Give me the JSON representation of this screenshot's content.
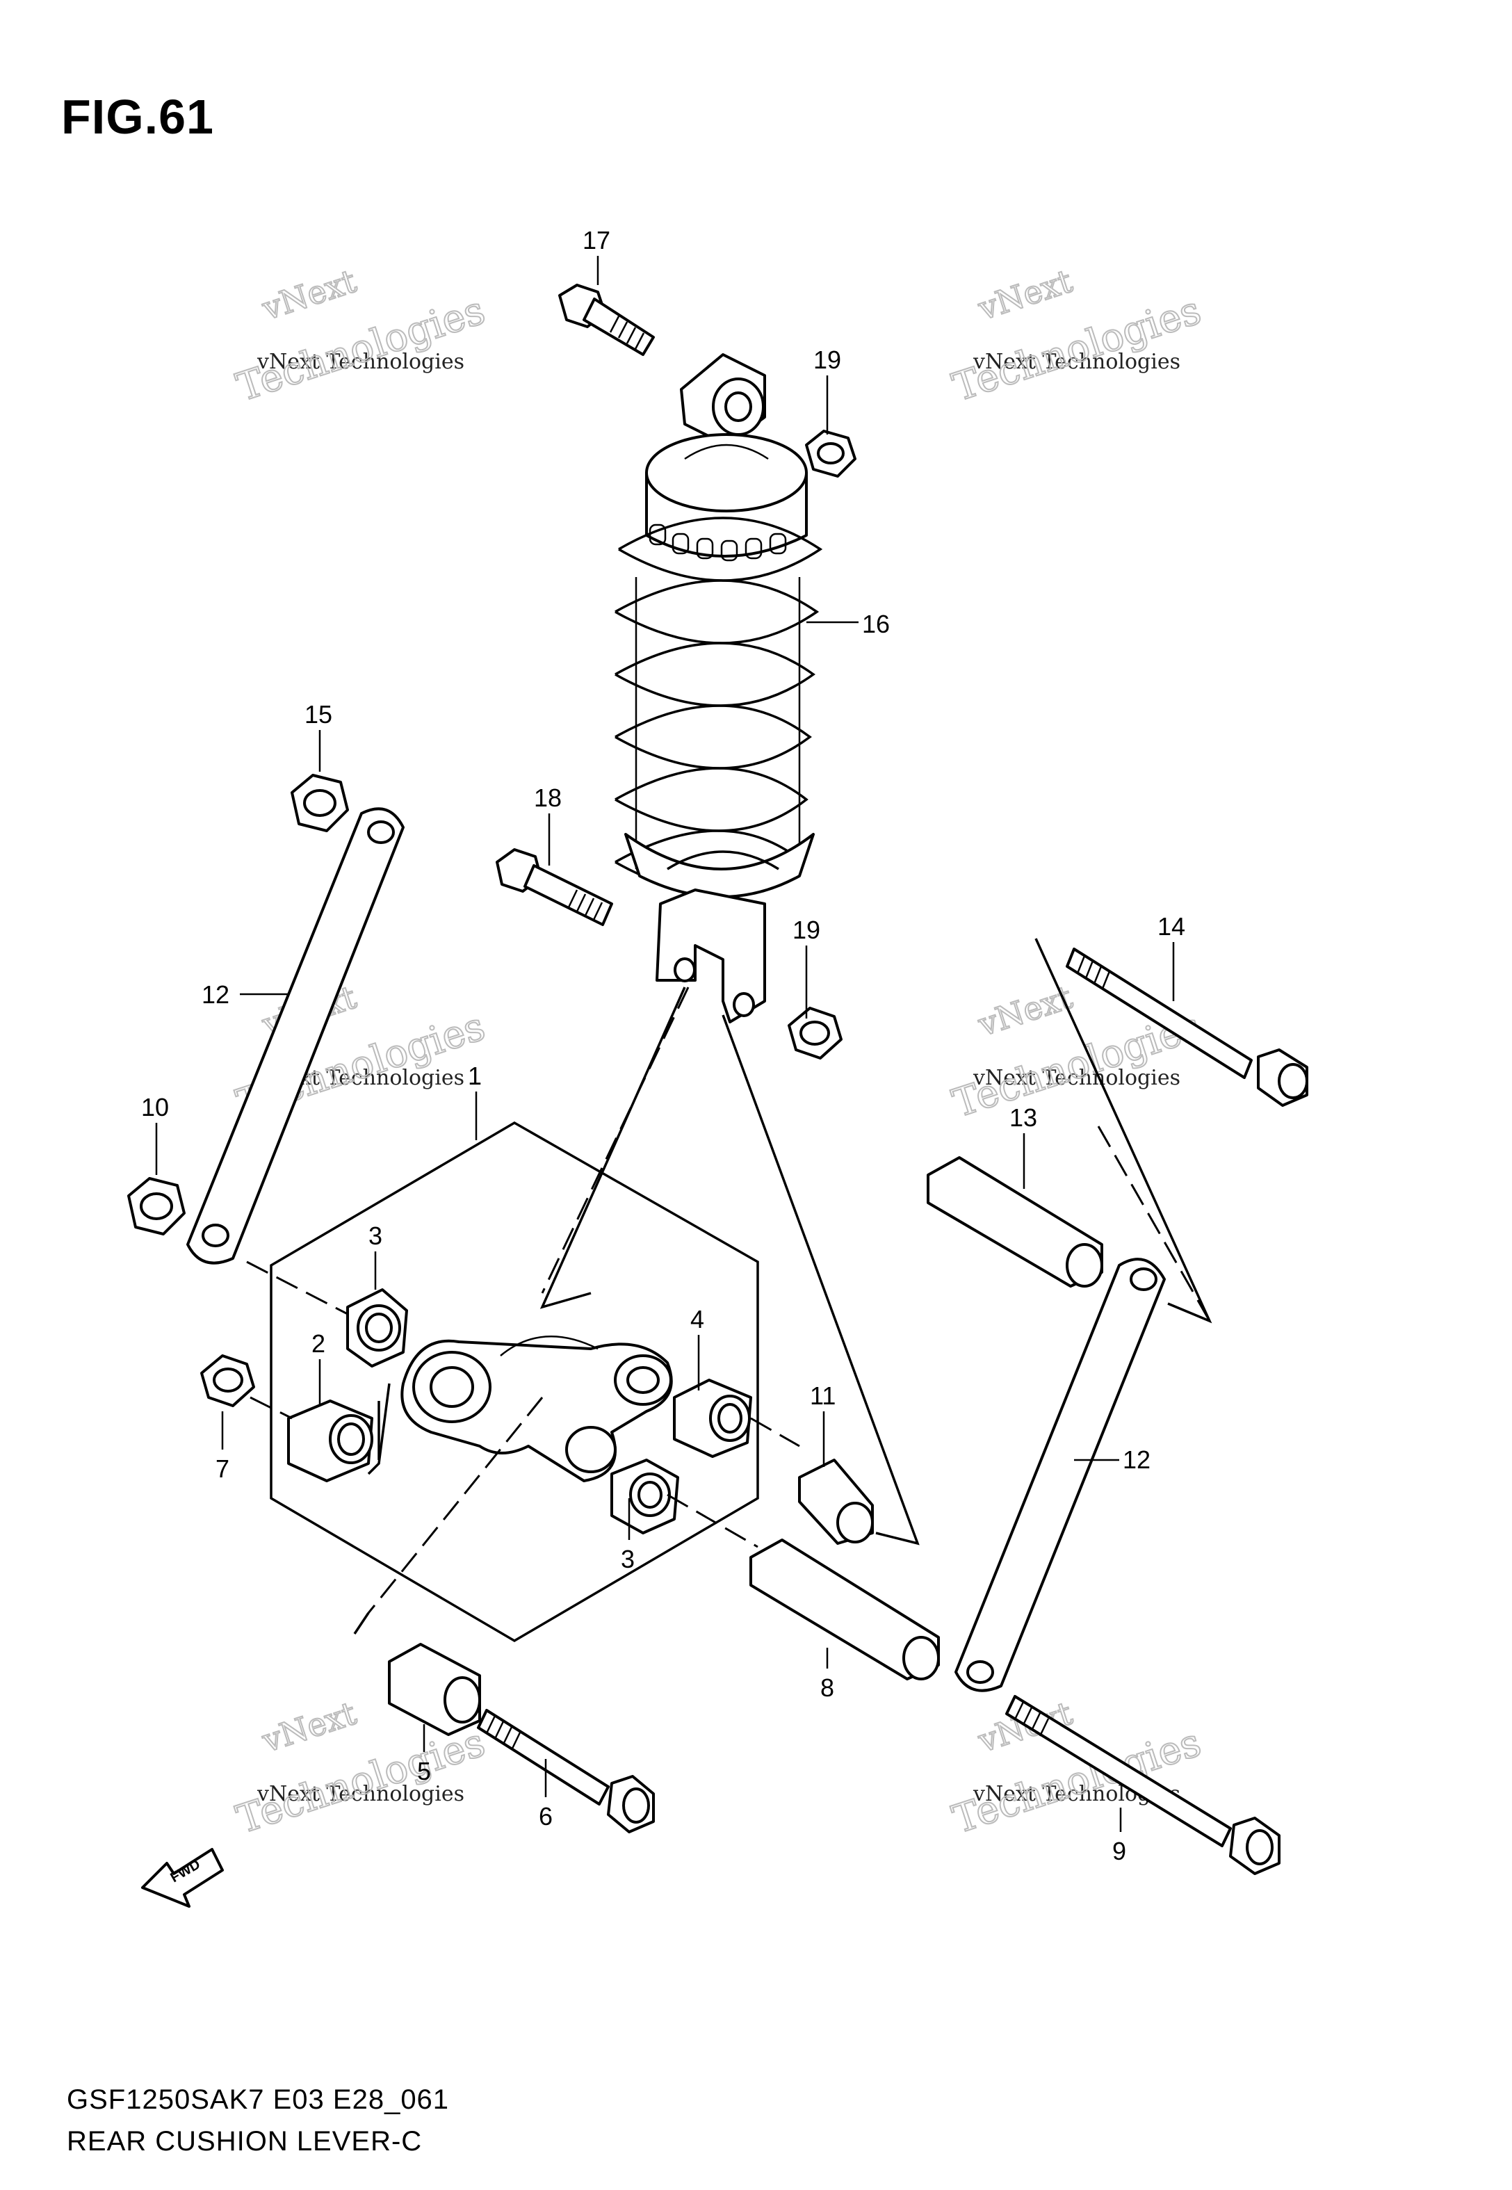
{
  "figure": {
    "title": "FIG.61",
    "model_code": "GSF1250SAK7 E03 E28_061",
    "part_name": "REAR CUSHION LEVER-C"
  },
  "fwd_label": "FWD",
  "watermark": {
    "line1": "vNext",
    "line2": "vNext Technologies",
    "line3": "Technologies"
  },
  "callouts": {
    "c1": "1",
    "c2": "2",
    "c3a": "3",
    "c3b": "3",
    "c4": "4",
    "c5": "5",
    "c6": "6",
    "c7": "7",
    "c8": "8",
    "c9": "9",
    "c10": "10",
    "c11": "11",
    "c12a": "12",
    "c12b": "12",
    "c13": "13",
    "c14": "14",
    "c15": "15",
    "c16": "16",
    "c17": "17",
    "c18": "18",
    "c19a": "19",
    "c19b": "19"
  },
  "colors": {
    "line": "#000000",
    "watermark": "#b0b0b0"
  }
}
